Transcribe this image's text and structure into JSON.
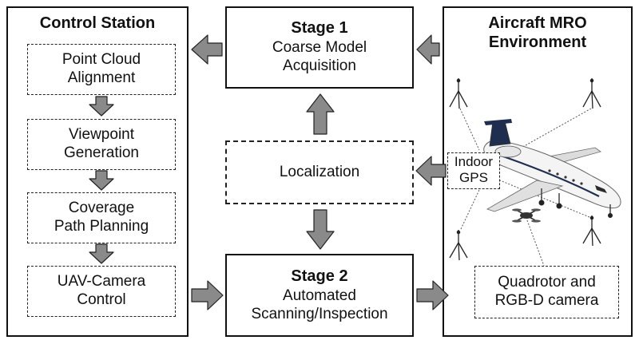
{
  "control_station": {
    "title": "Control Station",
    "steps": [
      "Point Cloud\nAlignment",
      "Viewpoint\nGeneration",
      "Coverage\nPath Planning",
      "UAV-Camera\nControl"
    ]
  },
  "stage1": {
    "title": "Stage 1",
    "subtitle": "Coarse Model\nAcquisition"
  },
  "localization": {
    "label": "Localization"
  },
  "stage2": {
    "title": "Stage 2",
    "subtitle": "Automated\nScanning/Inspection"
  },
  "mro": {
    "title": "Aircraft MRO\nEnvironment",
    "indoor_gps": "Indoor\nGPS",
    "quadrotor": "Quadrotor and\nRGB-D camera"
  },
  "colors": {
    "arrow_fill": "#8a8a8a",
    "arrow_stroke": "#222222",
    "border": "#111111"
  }
}
